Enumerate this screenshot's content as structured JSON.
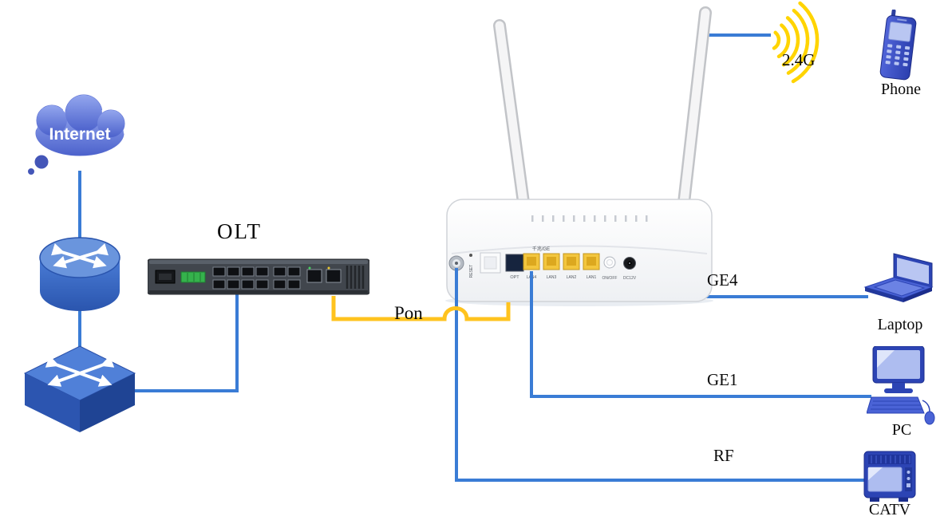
{
  "diagram": {
    "nodes": {
      "internet": "Internet",
      "olt": "OLT",
      "phone": "Phone",
      "laptop": "Laptop",
      "pc": "PC",
      "catv": "CATV"
    },
    "links": {
      "pon": "Pon",
      "wifi": "2.4G",
      "ge4": "GE4",
      "ge1": "GE1",
      "rf": "RF"
    },
    "ont_panel": {
      "reset": "RESET",
      "opt": "OPT",
      "ge_mark": "千兆/GE",
      "lan4": "LAN4",
      "lan3": "LAN3",
      "lan2": "LAN2",
      "lan1": "LAN1",
      "onoff": "ON/OFF",
      "dc12v": "DC12V"
    },
    "colors": {
      "blue_line": "#3a7cd5",
      "yellow_line": "#ffc31e",
      "wifi_yellow": "#ffd400"
    }
  }
}
